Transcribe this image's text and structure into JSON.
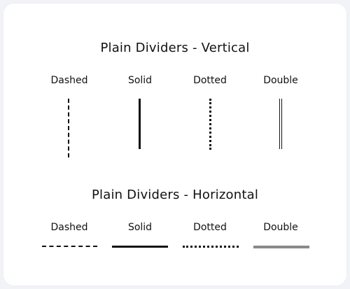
{
  "vertical_section": {
    "title": "Plain Dividers - Vertical",
    "items": [
      {
        "label": "Dashed",
        "style": "dashed"
      },
      {
        "label": "Solid",
        "style": "solid"
      },
      {
        "label": "Dotted",
        "style": "dotted"
      },
      {
        "label": "Double",
        "style": "double"
      }
    ]
  },
  "horizontal_section": {
    "title": "Plain Dividers - Horizontal",
    "items": [
      {
        "label": "Dashed",
        "style": "dashed"
      },
      {
        "label": "Solid",
        "style": "solid"
      },
      {
        "label": "Dotted",
        "style": "dotted"
      },
      {
        "label": "Double",
        "style": "double"
      }
    ]
  },
  "colors": {
    "divider": "#111111",
    "double_horizontal": "#8a8a8a",
    "card_background": "#ffffff",
    "page_background": "#f1f3f6"
  }
}
